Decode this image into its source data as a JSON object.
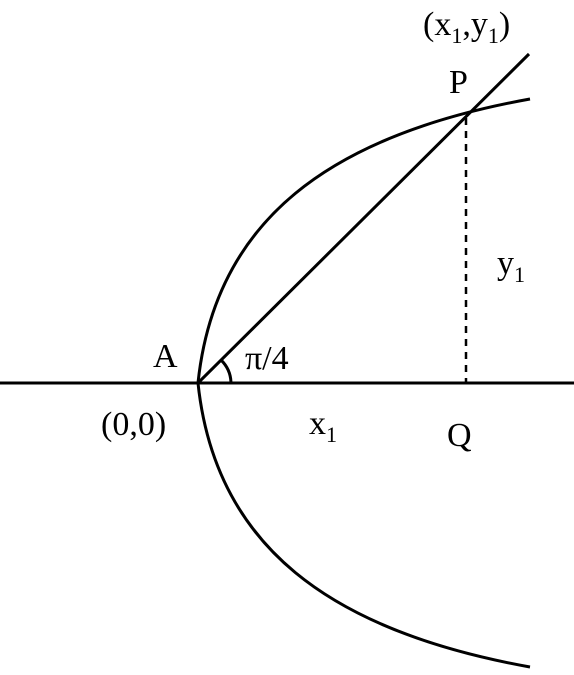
{
  "diagram": {
    "point_p": {
      "label": "P",
      "coords": {
        "open": "(",
        "x": "x",
        "x_sub": "1",
        "comma": ",",
        "y": "y",
        "y_sub": "1",
        "close": ")"
      }
    },
    "point_a": {
      "label": "A",
      "coords": "(0,0)"
    },
    "point_q": {
      "label": "Q"
    },
    "angle": {
      "label": "π/4"
    },
    "segment_aq": {
      "name": "x",
      "sub": "1"
    },
    "segment_pq": {
      "name": "y",
      "sub": "1"
    },
    "colors": {
      "stroke": "#000000",
      "background": "#ffffff"
    }
  }
}
